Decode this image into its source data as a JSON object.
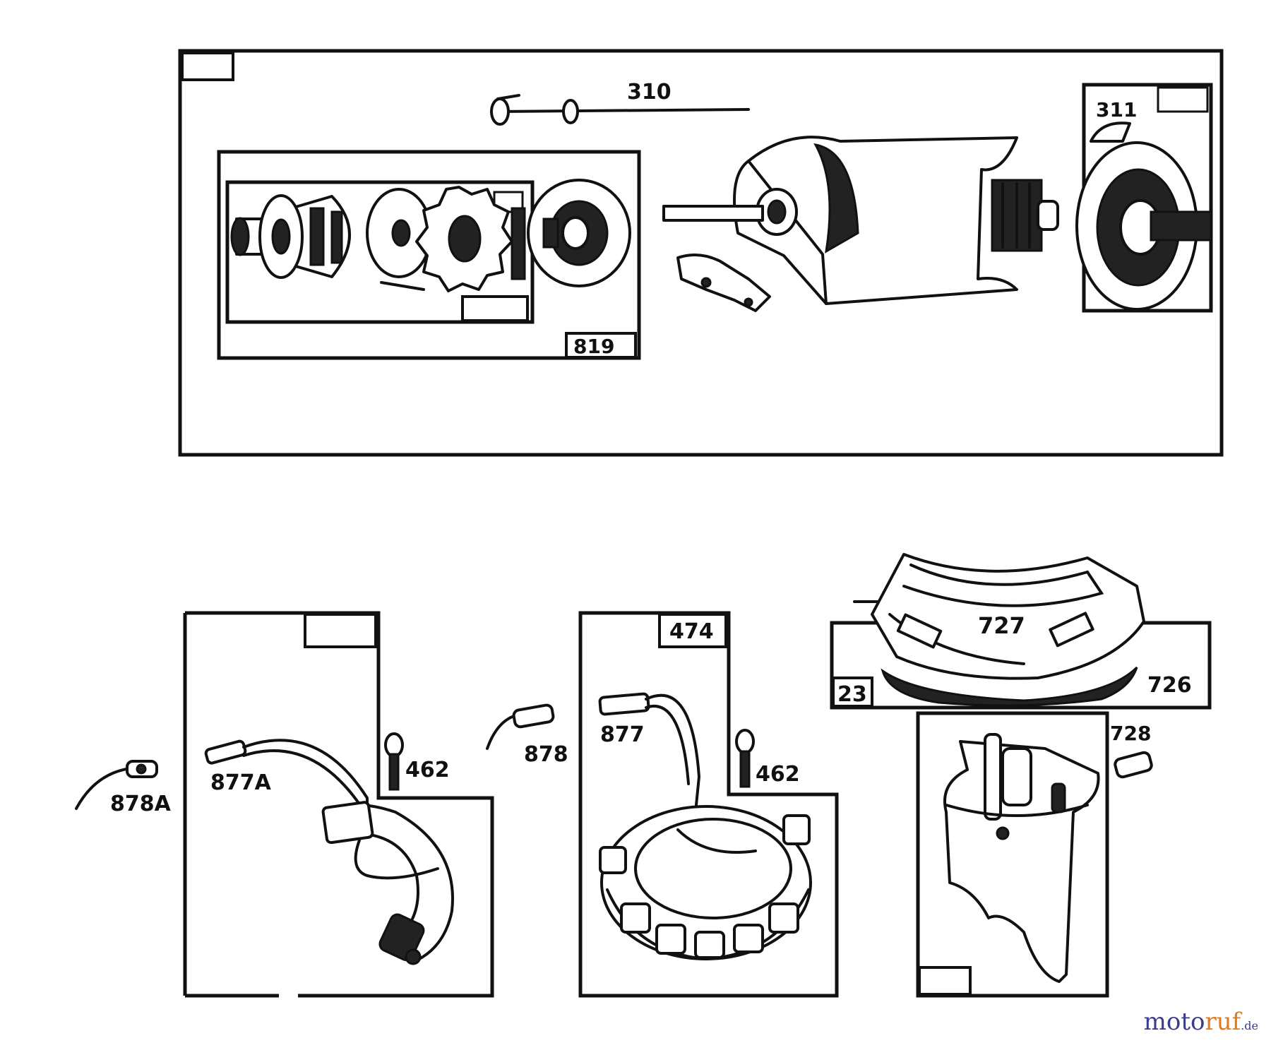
{
  "labels": {
    "upper_assembly": "",
    "shaft": "310",
    "drive_group": "819",
    "endcap_left": "",
    "endcap_right": "",
    "motor_housing": "",
    "gear": "",
    "bearing": "",
    "washer": "",
    "endcap_top": "311",
    "brush": "",
    "alternator_left": "",
    "plug_left": "878A",
    "connector_left": "877A",
    "screw_left": "462",
    "alternator_mid": "474",
    "plug_mid": "878",
    "connector_mid": "877",
    "screw_mid": "462",
    "rect_box": "23",
    "cover": "727",
    "pad": "726",
    "spring": "",
    "clip": "728",
    "bracket": "",
    "tube": ""
  },
  "watermark": {
    "main": "moto",
    "accent": "ruf",
    "tld": ".de"
  }
}
